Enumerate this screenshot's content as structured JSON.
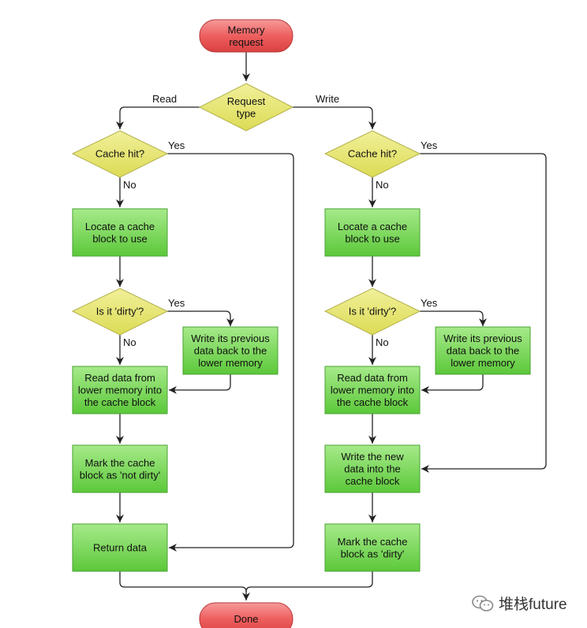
{
  "nodes": {
    "start": [
      "Memory",
      "request"
    ],
    "request_type": [
      "Request",
      "type"
    ],
    "read": {
      "cache_hit": [
        "Cache hit?"
      ],
      "locate": [
        "Locate a cache",
        "block to use"
      ],
      "dirty": [
        "Is it 'dirty'?"
      ],
      "write_back": [
        "Write its previous",
        "data back to the",
        "lower memory"
      ],
      "read_data": [
        "Read data from",
        "lower memory into",
        "the cache block"
      ],
      "mark": [
        "Mark the cache",
        "block as 'not dirty'"
      ],
      "return": [
        "Return data"
      ]
    },
    "write": {
      "cache_hit": [
        "Cache hit?"
      ],
      "locate": [
        "Locate a cache",
        "block to use"
      ],
      "dirty": [
        "Is it 'dirty'?"
      ],
      "write_back": [
        "Write its previous",
        "data back to the",
        "lower memory"
      ],
      "read_data": [
        "Read data from",
        "lower memory into",
        "the cache block"
      ],
      "write_new": [
        "Write the new",
        "data into the",
        "cache block"
      ],
      "mark": [
        "Mark the cache",
        "block as 'dirty'"
      ]
    },
    "done": [
      "Done"
    ]
  },
  "edge_labels": {
    "read": "Read",
    "write": "Write",
    "read_hit_yes": "Yes",
    "read_hit_no": "No",
    "read_dirty_yes": "Yes",
    "read_dirty_no": "No",
    "write_hit_yes": "Yes",
    "write_hit_no": "No",
    "write_dirty_yes": "Yes",
    "write_dirty_no": "No"
  },
  "watermark": "堆栈future",
  "colors": {
    "terminal_fill": "#ee5f5f",
    "terminal_stroke": "#b83c3c",
    "decision_fill": "#e3e26a",
    "decision_stroke": "#b2b04a",
    "process_fill": "#6bd34a",
    "process_stroke": "#49a232",
    "edge": "#222222"
  }
}
